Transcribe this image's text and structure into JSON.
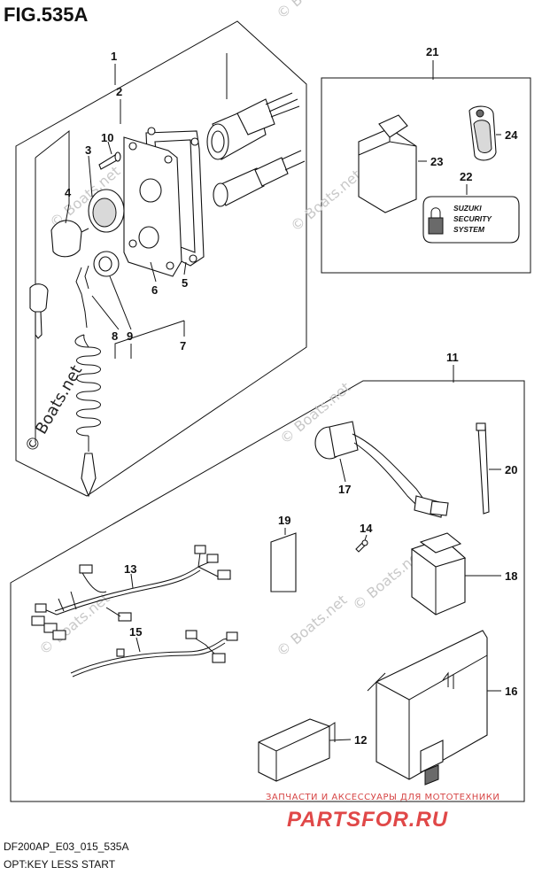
{
  "figure": {
    "title": "FIG.535A",
    "model_code": "DF200AP_E03_015_535A",
    "caption": "OPT:KEY LESS START"
  },
  "watermarks": {
    "text": "© Boats.net",
    "brand_line": "ЗАПЧАСТИ И АКСЕССУАРЫ ДЛЯ МОТОТЕХНИКИ",
    "brand_name": "PARTSFOR.RU"
  },
  "security_label": {
    "line1": "SUZUKI",
    "line2": "SECURITY",
    "line3": "SYSTEM"
  },
  "callouts": [
    "1",
    "2",
    "3",
    "4",
    "5",
    "6",
    "7",
    "8",
    "9",
    "10",
    "11",
    "12",
    "13",
    "14",
    "15",
    "16",
    "17",
    "18",
    "19",
    "20",
    "21",
    "22",
    "23",
    "24"
  ],
  "colors": {
    "brand": "#e04848",
    "watermark": "#c8c8c8",
    "line": "#111111"
  }
}
